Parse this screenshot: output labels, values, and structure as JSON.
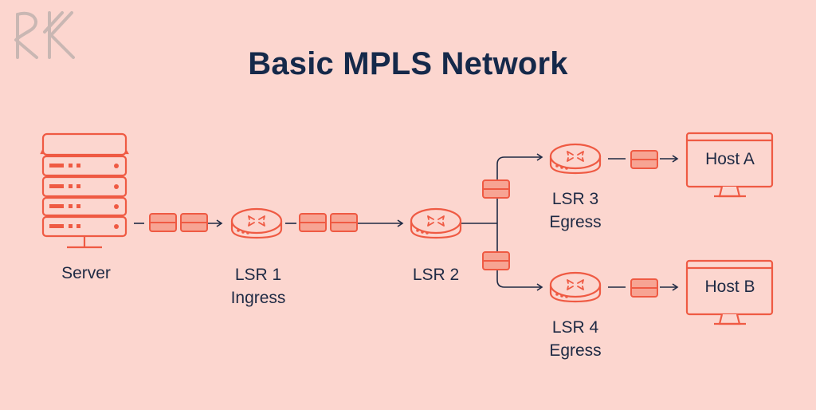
{
  "title": "Basic MPLS Network",
  "logo": {
    "text": "RK"
  },
  "colors": {
    "background": "#fcd6cf",
    "accent": "#ef5a43",
    "packet_fill": "#f7a493",
    "text": "#1e2a44",
    "logo": "#c9b7b3"
  },
  "nodes": {
    "server": {
      "label": "Server"
    },
    "lsr1": {
      "label": "LSR 1",
      "role": "Ingress"
    },
    "lsr2": {
      "label": "LSR 2"
    },
    "lsr3": {
      "label": "LSR 3",
      "role": "Egress"
    },
    "lsr4": {
      "label": "LSR 4",
      "role": "Egress"
    },
    "host_a": {
      "label": "Host A"
    },
    "host_b": {
      "label": "Host B"
    }
  }
}
